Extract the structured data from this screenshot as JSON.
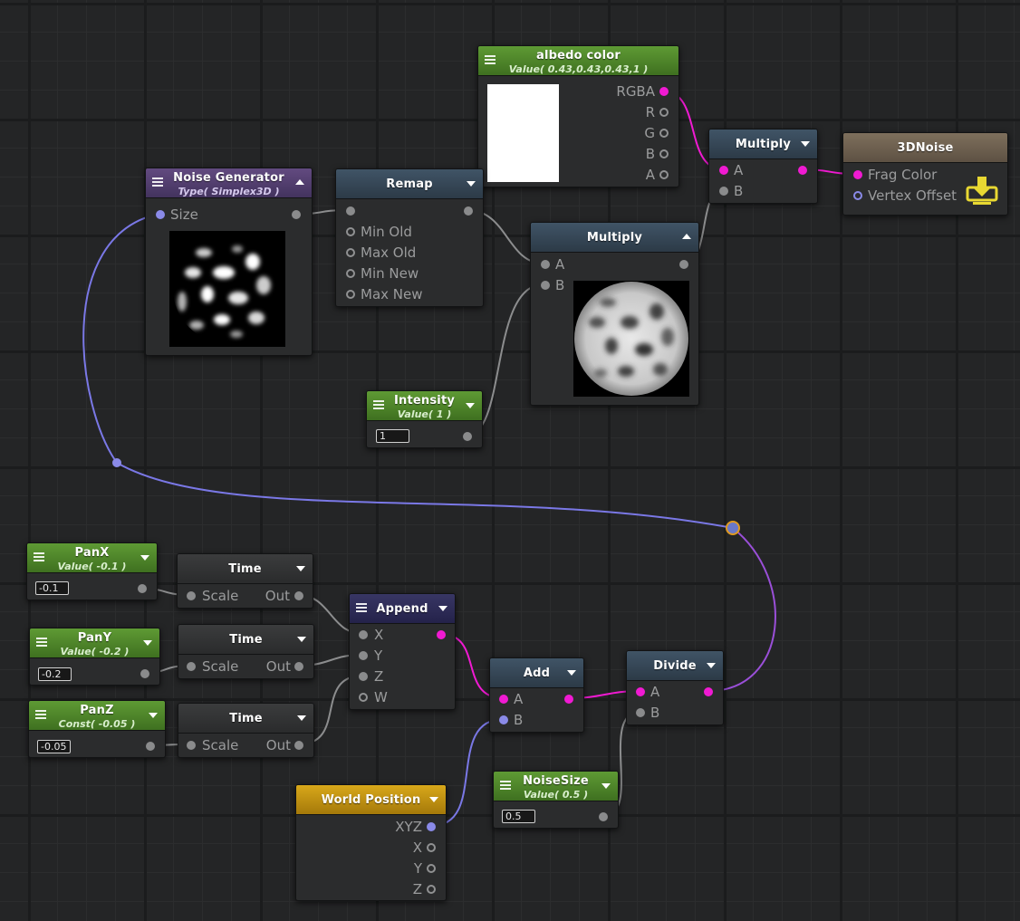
{
  "graph": {
    "colors": {
      "background": "#242526",
      "node_body": "#2b2c2d",
      "wire_color": "#f01ad2",
      "wire_vector": "#7a78e6",
      "wire_float": "#8c8d8e",
      "header_constant": "#5e9a34",
      "header_operator": "#405466",
      "header_generator": "#624a80",
      "header_world_position": "#d8a81a",
      "header_output": "#7e6f5c"
    },
    "nodes": {
      "albedo_color": {
        "title": "albedo color",
        "subtitle": "Value( 0.43,0.43,0.43,1 )",
        "swatch_color": "#ffffff",
        "outputs": [
          "RGBA",
          "R",
          "G",
          "B",
          "A"
        ]
      },
      "multiply_top": {
        "title": "Multiply",
        "inputs": [
          "A",
          "B"
        ]
      },
      "output_3dnoise": {
        "title": "3DNoise",
        "inputs": [
          "Frag Color",
          "Vertex Offset"
        ],
        "icon": "save-download-icon"
      },
      "noise_generator": {
        "title": "Noise Generator",
        "subtitle": "Type( Simplex3D )",
        "inputs": [
          "Size"
        ]
      },
      "remap": {
        "title": "Remap",
        "inputs": [
          "Min Old",
          "Max Old",
          "Min New",
          "Max New"
        ]
      },
      "multiply_mid": {
        "title": "Multiply",
        "inputs": [
          "A",
          "B"
        ]
      },
      "intensity": {
        "title": "Intensity",
        "subtitle": "Value( 1 )",
        "value": "1"
      },
      "panx": {
        "title": "PanX",
        "subtitle": "Value( -0.1 )",
        "value": "-0.1"
      },
      "pany": {
        "title": "PanY",
        "subtitle": "Value( -0.2 )",
        "value": "-0.2"
      },
      "panz": {
        "title": "PanZ",
        "subtitle": "Const( -0.05 )",
        "value": "-0.05"
      },
      "time1": {
        "title": "Time",
        "input": "Scale",
        "output": "Out"
      },
      "time2": {
        "title": "Time",
        "input": "Scale",
        "output": "Out"
      },
      "time3": {
        "title": "Time",
        "input": "Scale",
        "output": "Out"
      },
      "append": {
        "title": "Append",
        "inputs": [
          "X",
          "Y",
          "Z",
          "W"
        ]
      },
      "add": {
        "title": "Add",
        "inputs": [
          "A",
          "B"
        ]
      },
      "divide": {
        "title": "Divide",
        "inputs": [
          "A",
          "B"
        ]
      },
      "noise_size": {
        "title": "NoiseSize",
        "subtitle": "Value( 0.5 )",
        "value": "0.5"
      },
      "world_position": {
        "title": "World Position",
        "outputs": [
          "XYZ",
          "X",
          "Y",
          "Z"
        ]
      }
    }
  }
}
